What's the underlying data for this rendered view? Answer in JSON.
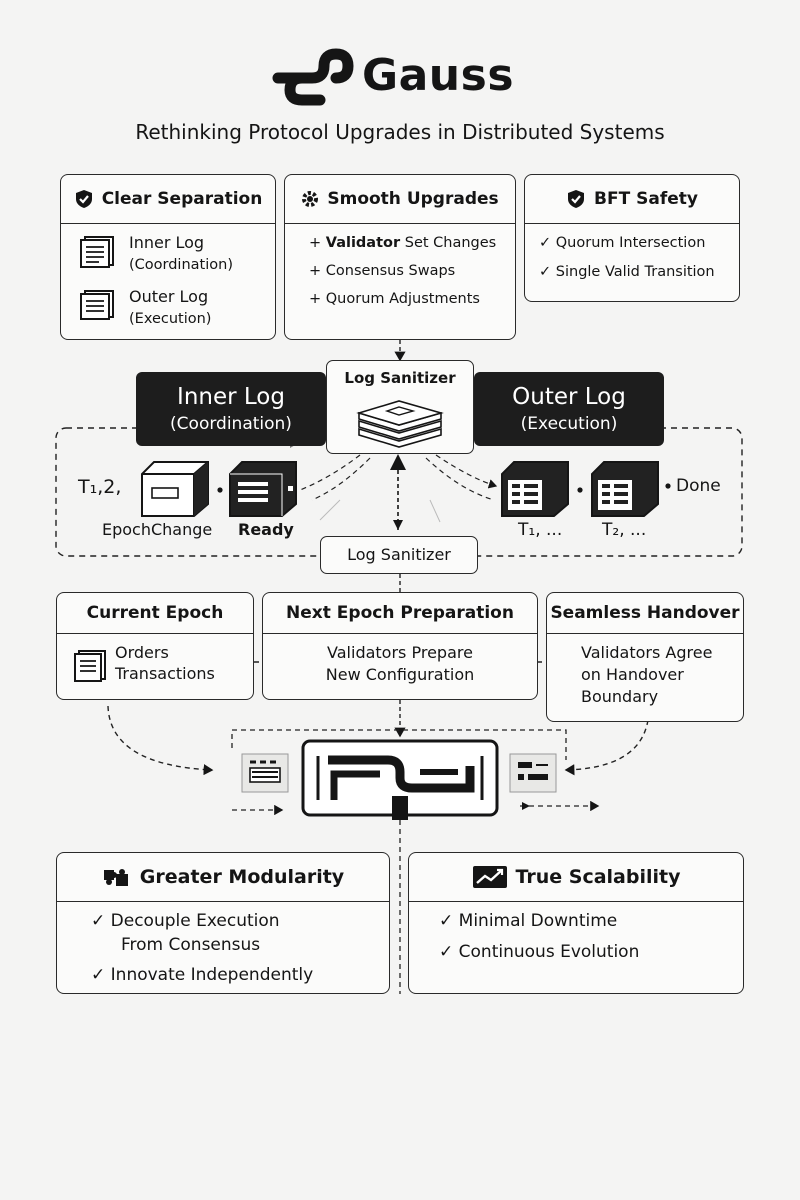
{
  "header": {
    "brand": "Gauss",
    "subtitle": "Rethinking Protocol Upgrades in Distributed Systems"
  },
  "cards_top": {
    "separation": {
      "title": "Clear Separation",
      "inner_label": "Inner Log",
      "inner_sub": "(Coordination)",
      "outer_label": "Outer Log",
      "outer_sub": "(Execution)"
    },
    "upgrades": {
      "title": "Smooth Upgrades",
      "item1_bold": "Validator",
      "item1_rest": "Set Changes",
      "item2": "Consensus Swaps",
      "item3": "Quorum Adjustments"
    },
    "bft": {
      "title": "BFT Safety",
      "item1": "Quorum Intersection",
      "item2": "Single Valid Transition"
    }
  },
  "pipeline": {
    "inner_title": "Inner Log",
    "inner_sub": "(Coordination)",
    "sanitizer_top": "Log Sanitizer",
    "outer_title": "Outer Log",
    "outer_sub": "(Execution)",
    "t_left": "T₁,2,",
    "epoch_change": "EpochChange",
    "ready": "Ready",
    "t1": "T₁, ...",
    "t2": "T₂, ...",
    "done": "Done",
    "sanitizer_bottom": "Log Sanitizer"
  },
  "epochs": {
    "current": {
      "title": "Current Epoch",
      "line1": "Orders",
      "line2": "Transactions"
    },
    "next": {
      "title": "Next Epoch Preparation",
      "line1": "Validators Prepare",
      "line2": "New Configuration"
    },
    "handover": {
      "title": "Seamless Handover",
      "line1": "Validators Agree",
      "line2": "on Handover",
      "line3": "Boundary"
    }
  },
  "cards_bottom": {
    "modularity": {
      "title": "Greater Modularity",
      "item1a": "Decouple Execution",
      "item1b": "From Consensus",
      "item2": "Innovate Independently"
    },
    "scalability": {
      "title": "True Scalability",
      "item1": "Minimal Downtime",
      "item2": "Continuous Evolution"
    }
  },
  "icons": {
    "logo": "gauss-logo-icon",
    "shield": "shield-check-icon",
    "gear": "gear-icon",
    "document": "document-icon",
    "server": "server-block-icon",
    "chip": "chip-logo-icon",
    "puzzle": "puzzle-icon",
    "chart": "growth-chart-icon"
  },
  "colors": {
    "ink": "#151515",
    "dark_box": "#1d1d1d",
    "background": "#f4f4f3"
  }
}
